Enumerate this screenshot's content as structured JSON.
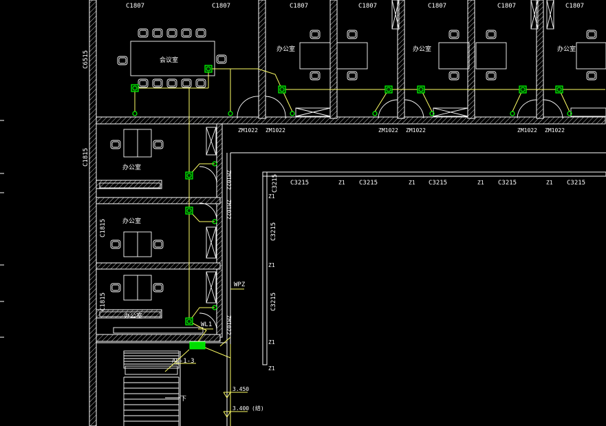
{
  "drawing": {
    "background": "#000000",
    "wall_color": "#ffffff",
    "wire_color": "#ffff66",
    "fixture_color": "#00ff00",
    "panel_color": "#00dd00"
  },
  "labels": {
    "windows_top": [
      "C1807",
      "C1807",
      "C1807",
      "C1807",
      "C1807",
      "C1807",
      "C1807"
    ],
    "window_left_top": "C6515",
    "window_left_1": "C1815",
    "window_left_2": "C1815",
    "window_left_3": "C1815",
    "doors_top": [
      "ZM1022",
      "ZM1022",
      "ZM1022",
      "ZM1022",
      "ZM1022",
      "ZM1022"
    ],
    "doors_side": [
      "ZM1022",
      "ZM1022",
      "ZM1022"
    ],
    "room_meeting": "会议室",
    "room_office": "办公室",
    "windows_courtyard": [
      "C3215",
      "C3215",
      "C3215",
      "C3215",
      "C3215"
    ],
    "window_courtyard_side_1": "C3215",
    "window_courtyard_side_2": "C3215",
    "window_courtyard_side_3": "C3215",
    "columns_z1": [
      "Z1",
      "Z1",
      "Z1",
      "Z1",
      "Z1",
      "Z1",
      "Z1",
      "Z1"
    ],
    "circuit_wpz": "WPZ",
    "circuit_wl1": "WL1",
    "panel": "AL-1-3",
    "stair_down": "下",
    "elevation_1": "3.450",
    "elevation_2": "3.400",
    "elevation_2_note": "(结)"
  },
  "left_margin_ticks": 6
}
